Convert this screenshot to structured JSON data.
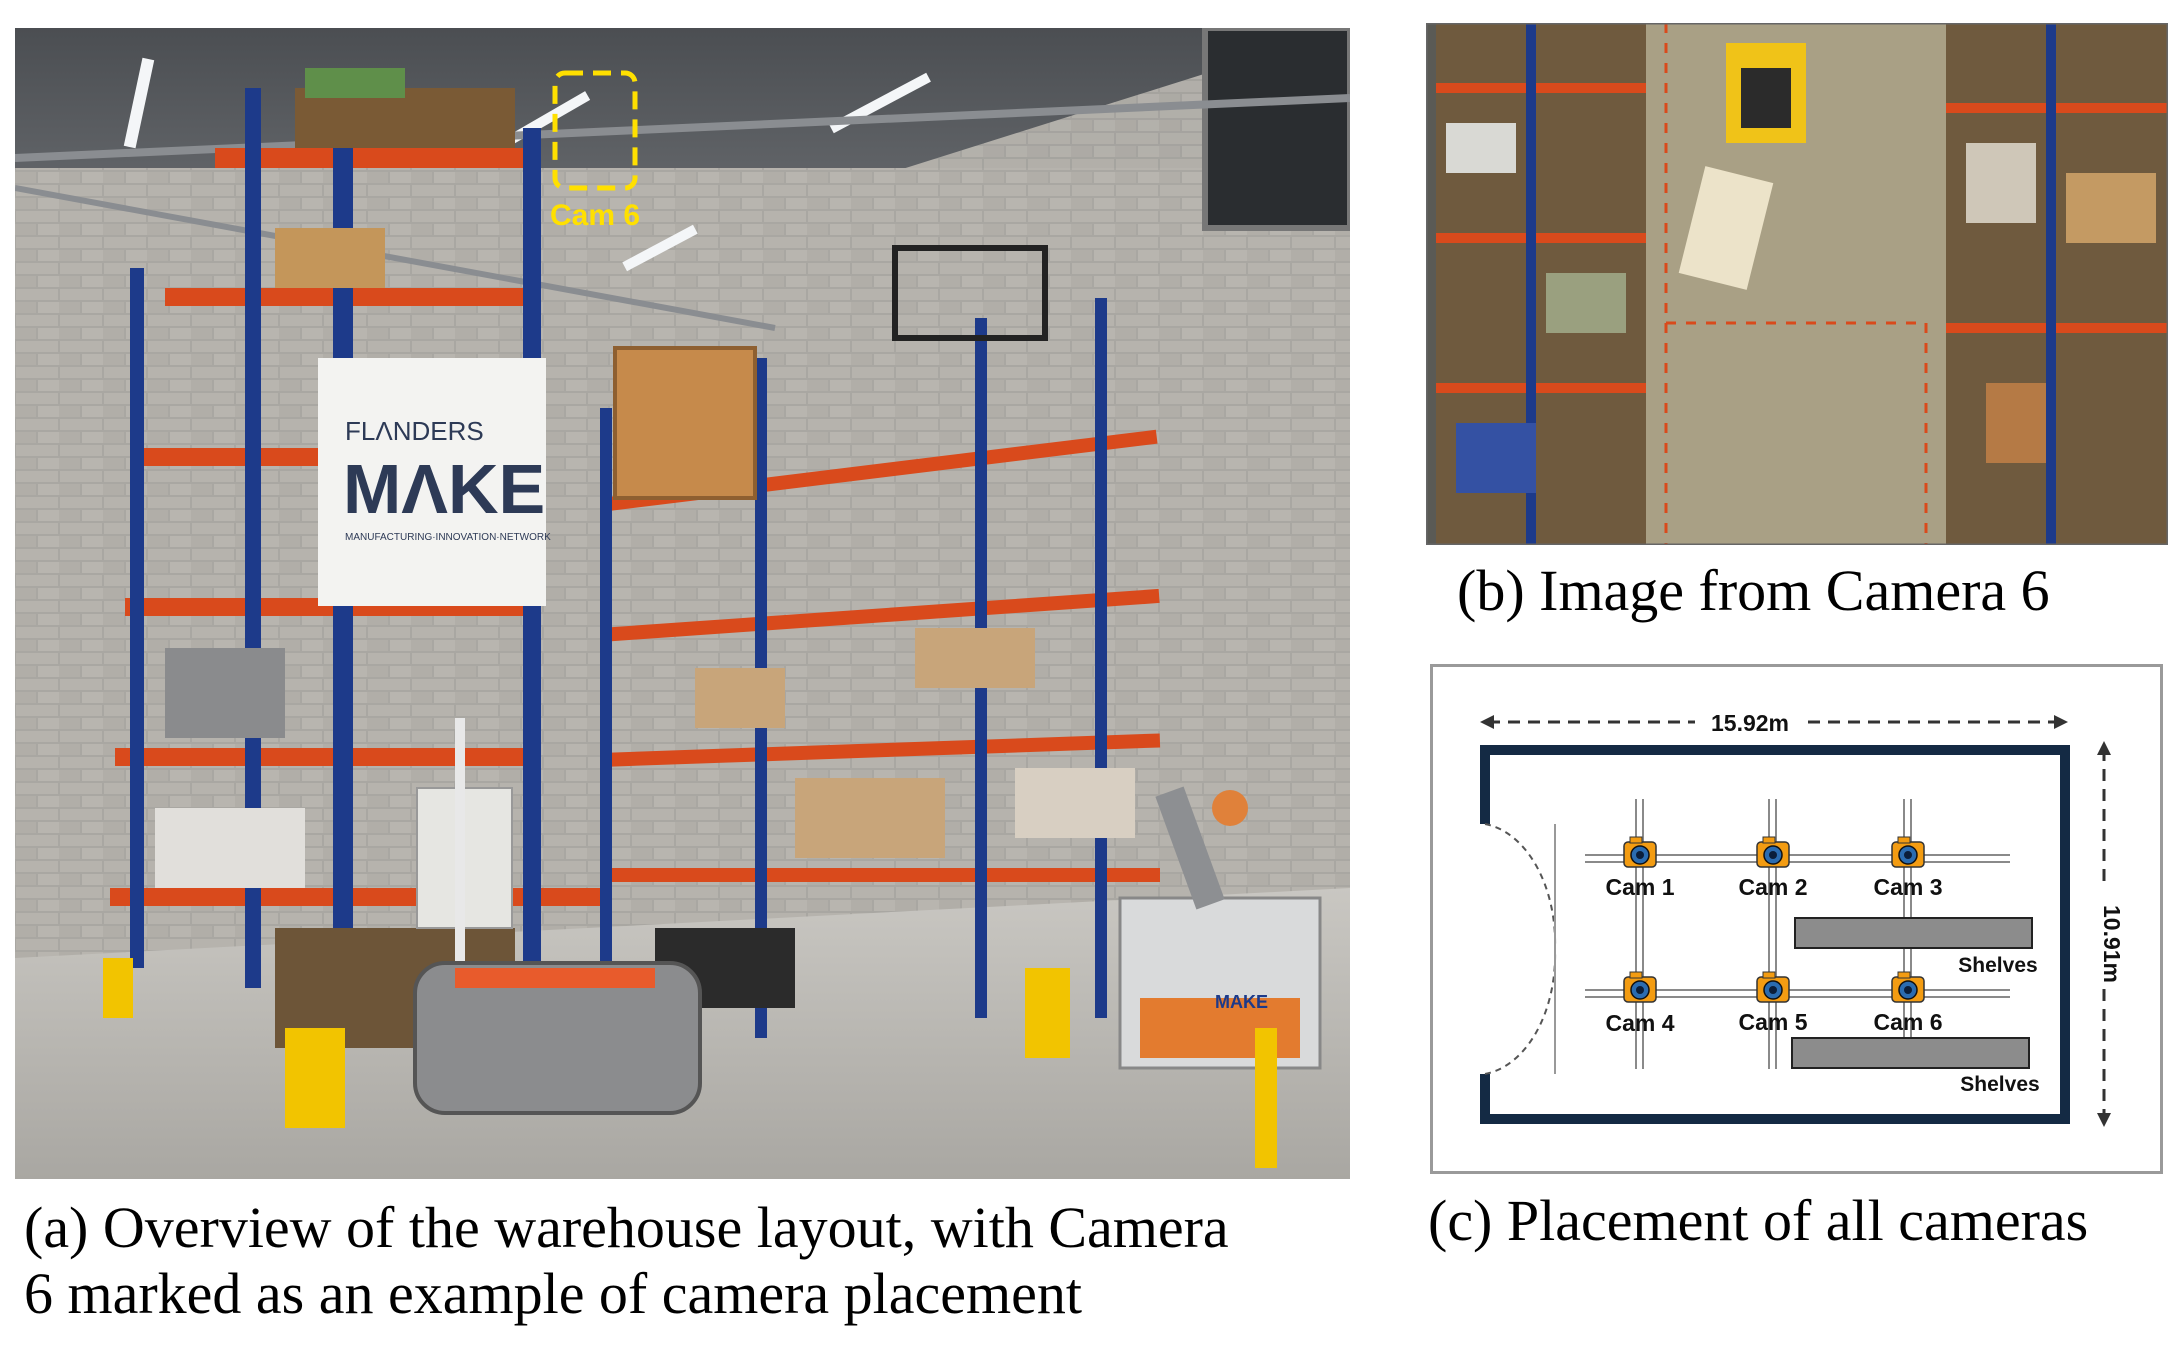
{
  "panel_a": {
    "brand_top": "FLΛNDERS",
    "brand_main": "MΛKE",
    "brand_sub": "MANUFACTURING·INNOVATION·NETWORK",
    "camera_marker_label": "Cam 6",
    "base_brand": "MAKE",
    "caption_line1": "(a) Overview of the warehouse layout, with Camera",
    "caption_line2": "6 marked as an example of camera placement"
  },
  "panel_b": {
    "caption": "(b) Image from Camera 6"
  },
  "panel_c": {
    "width_label": "15.92m",
    "height_label": "10.91m",
    "cameras": [
      {
        "label": "Cam 1"
      },
      {
        "label": "Cam 2"
      },
      {
        "label": "Cam 3"
      },
      {
        "label": "Cam 4"
      },
      {
        "label": "Cam 5"
      },
      {
        "label": "Cam 6"
      }
    ],
    "shelves_label_1": "Shelves",
    "shelves_label_2": "Shelves",
    "caption": "(c) Placement of all cameras"
  },
  "colors": {
    "rack_orange": "#d94a1c",
    "rack_blue": "#1d3a8a",
    "marker_yellow": "#ffe000",
    "room_wall": "#142a44",
    "camera_orange": "#f39c12",
    "camera_blue": "#2b6cb0",
    "shelf_gray": "#8c8c8c"
  }
}
